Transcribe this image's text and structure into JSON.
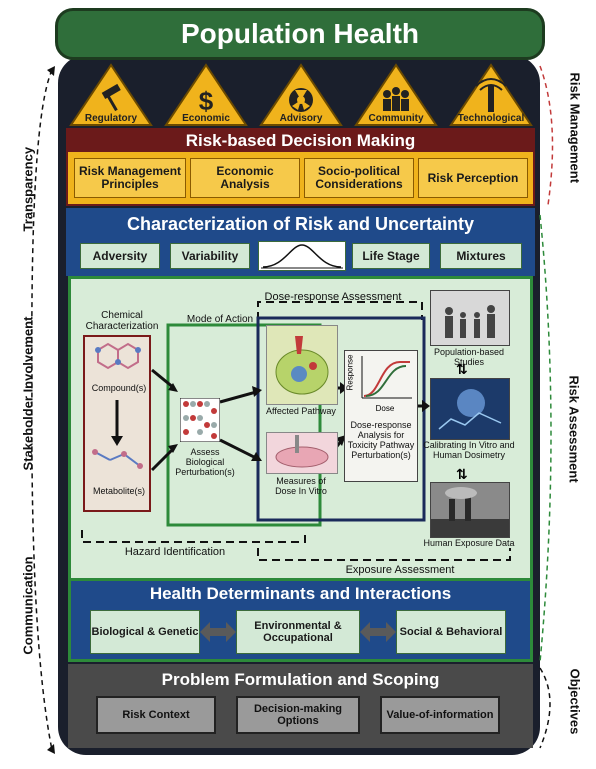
{
  "title": "Population Health",
  "risk_factors": [
    "Regulatory",
    "Economic",
    "Advisory",
    "Community",
    "Technological"
  ],
  "risk_decision": {
    "heading": "Risk-based Decision Making",
    "items": [
      "Risk Management Principles",
      "Economic Analysis",
      "Socio-political Considerations",
      "Risk Perception"
    ]
  },
  "characterization": {
    "heading": "Characterization of Risk and Uncertainty",
    "items": [
      "Adversity",
      "Variability",
      "Life Stage",
      "Mixtures"
    ]
  },
  "assessment": {
    "chemical_characterization": "Chemical Characterization",
    "compounds": "Compound(s)",
    "metabolites": "Metabolite(s)",
    "mode_of_action": "Mode of Action",
    "dose_response_assessment": "Dose-response Assessment",
    "assess_bio": "Assess Biological Perturbation(s)",
    "affected_pathway": "Affected Pathway",
    "measures_of_dose": "Measures of Dose In Vitro",
    "response_axis": "Response",
    "dose_axis": "Dose",
    "dose_response_analysis": "Dose-response Analysis for Toxicity Pathway Perturbation(s)",
    "population_studies": "Population-based Studies",
    "calibrating": "Calibrating In Vitro and Human Dosimetry",
    "human_exposure": "Human Exposure Data",
    "hazard_identification": "Hazard Identification",
    "exposure_assessment": "Exposure Assessment"
  },
  "health_determinants": {
    "heading": "Health Determinants and Interactions",
    "items": [
      "Biological & Genetic",
      "Environmental & Occupational",
      "Social & Behavioral"
    ]
  },
  "problem_formulation": {
    "heading": "Problem Formulation and Scoping",
    "items": [
      "Risk Context",
      "Decision-making Options",
      "Value-of-information"
    ]
  },
  "left_labels": [
    "Transparency",
    "Stakeholder Involvement",
    "Communication"
  ],
  "right_labels": [
    "Risk Management",
    "Risk Assessment",
    "Objectives"
  ]
}
